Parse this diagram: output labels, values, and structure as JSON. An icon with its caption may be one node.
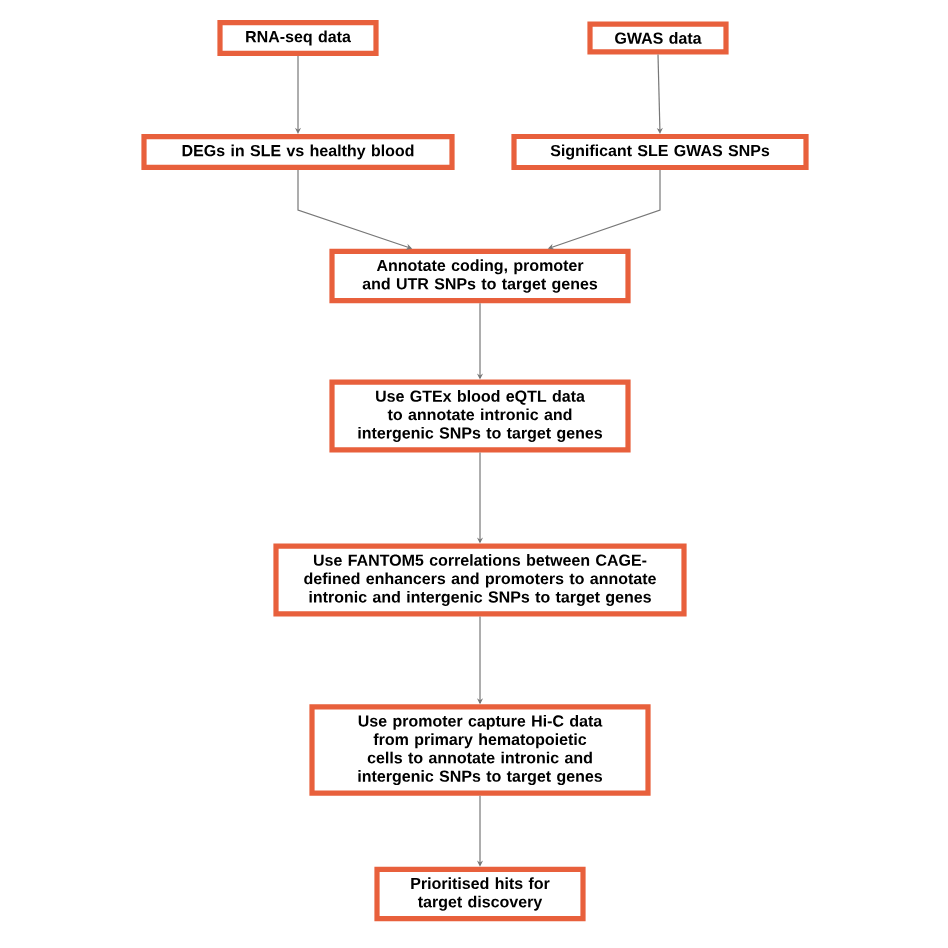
{
  "diagram": {
    "nodes": [
      {
        "text": [
          "RNA-seq data"
        ]
      },
      {
        "text": [
          "GWAS data"
        ]
      },
      {
        "text": [
          "DEGs in SLE vs healthy blood"
        ]
      },
      {
        "text": [
          "Significant SLE GWAS SNPs"
        ]
      },
      {
        "text": [
          "Annotate coding, promoter and UTR SNPs to target genes"
        ]
      },
      {
        "text": [
          "Use GTEx blood eQTL data to annotate intronic and intergenic SNPs to target genes"
        ]
      },
      {
        "text": [
          "Use FANTOM5 correlations between CAGE-defined enhancers and promoters to annotate intronic and intergenic SNPs to target genes"
        ]
      },
      {
        "text": [
          "Use promoter capture Hi-C data from primary hematopoietic cells to annotate intronic and intergenic SNPs to target genes"
        ]
      },
      {
        "text": [
          "Prioritised hits for target discovery"
        ]
      }
    ],
    "edges": [
      {
        "from": 0,
        "to": 2,
        "arrow": "to"
      },
      {
        "from": 1,
        "to": 3,
        "arrow": "to"
      },
      {
        "from": 2,
        "to": 4,
        "arrow": "to"
      },
      {
        "from": 3,
        "to": 4,
        "arrow": "to"
      },
      {
        "from": 4,
        "to": 5,
        "arrow": "to"
      },
      {
        "from": 5,
        "to": 6,
        "arrow": "to"
      },
      {
        "from": 6,
        "to": 7,
        "arrow": "to"
      },
      {
        "from": 7,
        "to": 8,
        "arrow": "to"
      }
    ]
  }
}
